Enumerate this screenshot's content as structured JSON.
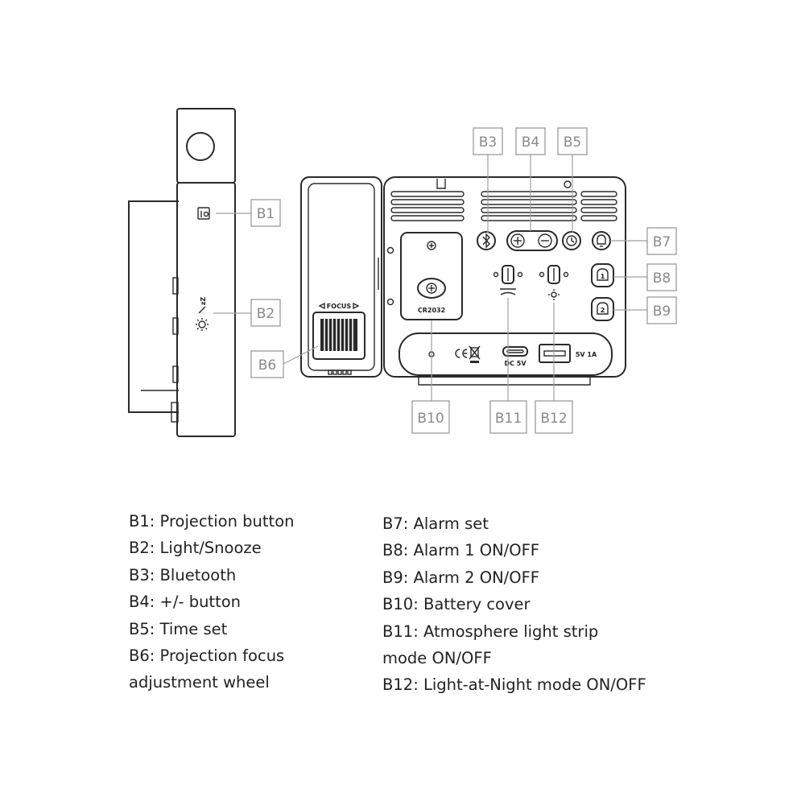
{
  "callouts": {
    "b1": "B1",
    "b2": "B2",
    "b3": "B3",
    "b4": "B4",
    "b5": "B5",
    "b6": "B6",
    "b7": "B7",
    "b8": "B8",
    "b9": "B9",
    "b10": "B10",
    "b11": "B11",
    "b12": "B12"
  },
  "device_labels": {
    "focus": "FOCUS",
    "battery": "CR2032",
    "dc": "DC 5V",
    "usb": "5V 1A",
    "alarm1": "1",
    "alarm2": "2"
  },
  "legend": {
    "left": [
      "B1: Projection button",
      "B2: Light/Snooze",
      "B3: Bluetooth",
      "B4: +/- button",
      "B5: Time set",
      "B6: Projection focus",
      "adjustment wheel"
    ],
    "right": [
      "B7: Alarm set",
      "B8: Alarm 1 ON/OFF",
      "B9: Alarm 2 ON/OFF",
      "B10: Battery cover",
      "B11: Atmosphere light strip",
      "mode ON/OFF",
      "B12: Light-at-Night mode ON/OFF"
    ]
  },
  "colors": {
    "device_stroke": "#2a2a2a",
    "callout_stroke": "#9a9a9a",
    "callout_text": "#8a8a8a"
  }
}
